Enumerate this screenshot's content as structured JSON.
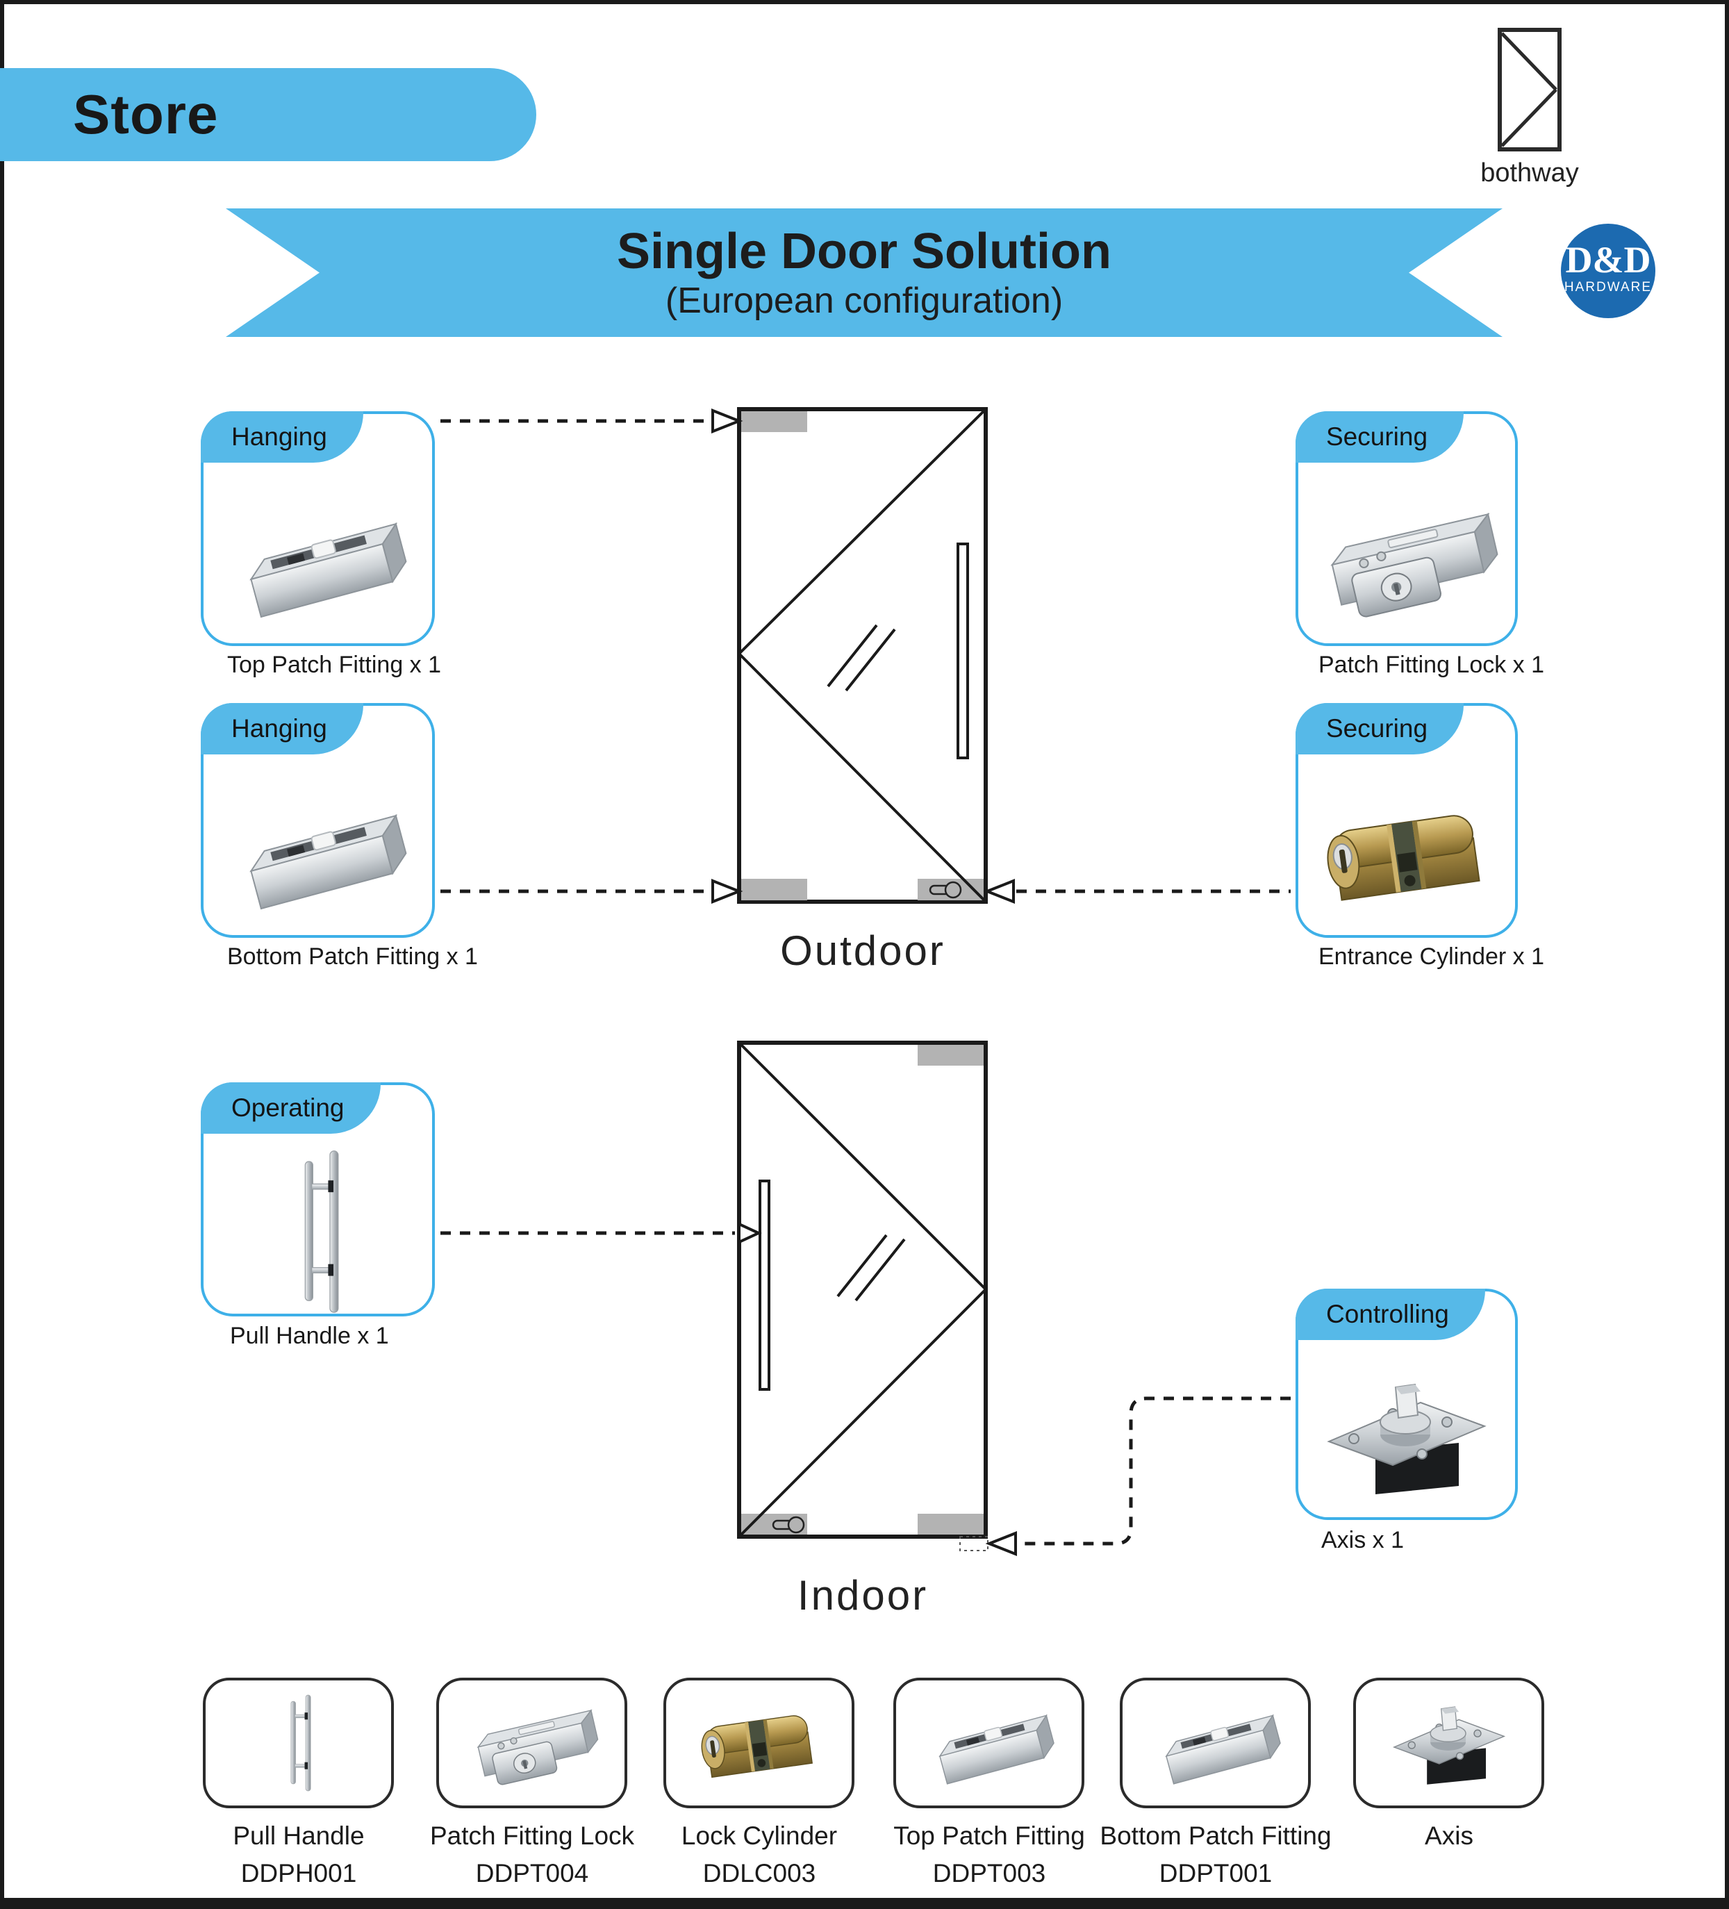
{
  "header": {
    "store_label": "Store",
    "bothway_label": "bothway",
    "banner_title": "Single Door Solution",
    "banner_subtitle": "(European configuration)",
    "dd_logo": {
      "line1": "D&D",
      "line2": "HARDWARE"
    }
  },
  "colors": {
    "accent_blue": "#56b9e8",
    "box_border_blue": "#3eb0e8",
    "dd_logo_blue": "#1c6ab0",
    "patch_gray": "#b3b3b3",
    "line_dark": "#1a1a1a",
    "brass": "#b89a51"
  },
  "icons": {
    "bothway_logo": "rectangle-with-double-diagonal",
    "connector_arrow": "open-triangle",
    "door_lock_mark": "keyhole",
    "floor_pivot_marker": "dotted-rectangle"
  },
  "callouts": [
    {
      "tab": "Hanging",
      "caption": "Top Patch Fitting x 1"
    },
    {
      "tab": "Hanging",
      "caption": "Bottom Patch Fitting x 1"
    },
    {
      "tab": "Operating",
      "caption": "Pull Handle x 1"
    },
    {
      "tab": "Securing",
      "caption": "Patch Fitting Lock x 1"
    },
    {
      "tab": "Securing",
      "caption": "Entrance Cylinder x 1"
    },
    {
      "tab": "Controlling",
      "caption": "Axis x 1"
    }
  ],
  "doors": {
    "outdoor_label": "Outdoor",
    "indoor_label": "Indoor"
  },
  "products": [
    {
      "name": "Pull Handle",
      "code": "DDPH001"
    },
    {
      "name": "Patch Fitting Lock",
      "code": "DDPT004"
    },
    {
      "name": "Lock Cylinder",
      "code": "DDLC003"
    },
    {
      "name": "Top Patch Fitting",
      "code": "DDPT003"
    },
    {
      "name": "Bottom Patch Fitting",
      "code": "DDPT001"
    },
    {
      "name": "Axis",
      "code": ""
    }
  ]
}
